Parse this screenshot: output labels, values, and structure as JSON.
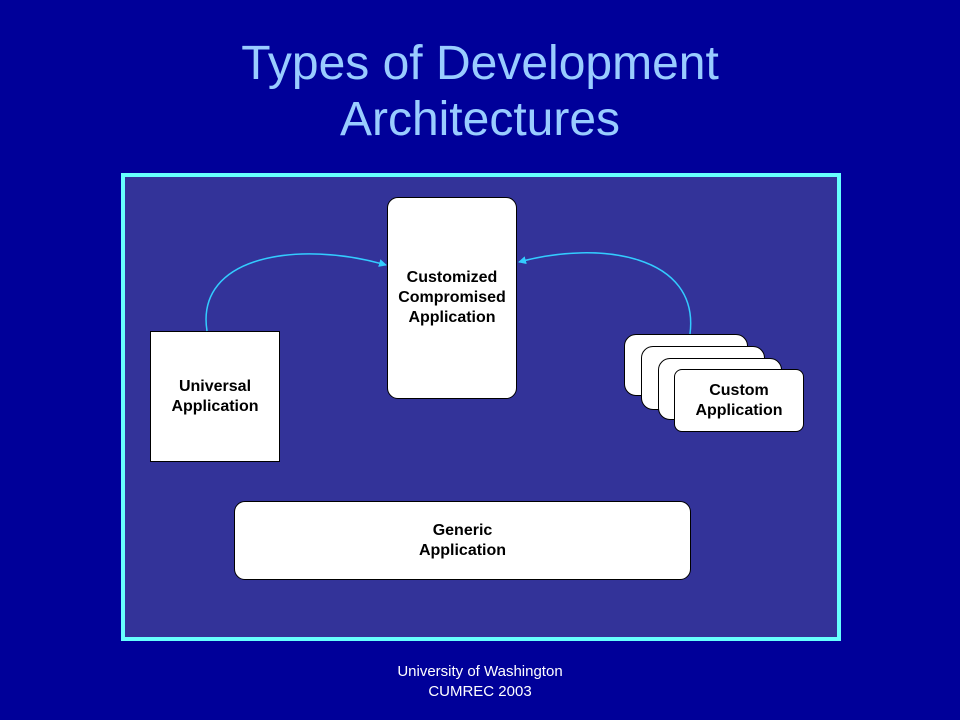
{
  "slide": {
    "title_line1": "Types of Development",
    "title_line2": "Architectures"
  },
  "diagram": {
    "customized": {
      "line1": "Customized",
      "line2": "Compromised",
      "line3": "Application"
    },
    "universal": {
      "line1": "Universal",
      "line2": "Application"
    },
    "custom": {
      "line1": "Custom",
      "line2": "Application"
    },
    "generic": {
      "line1": "Generic",
      "line2": "Application"
    }
  },
  "footer": {
    "line1": "University of Washington",
    "line2": "CUMREC 2003"
  },
  "colors": {
    "background": "#000099",
    "title": "#99ccff",
    "frame_fill": "#333399",
    "frame_border": "#66ffff",
    "arrow": "#33ccff",
    "box_fill": "#ffffff"
  }
}
